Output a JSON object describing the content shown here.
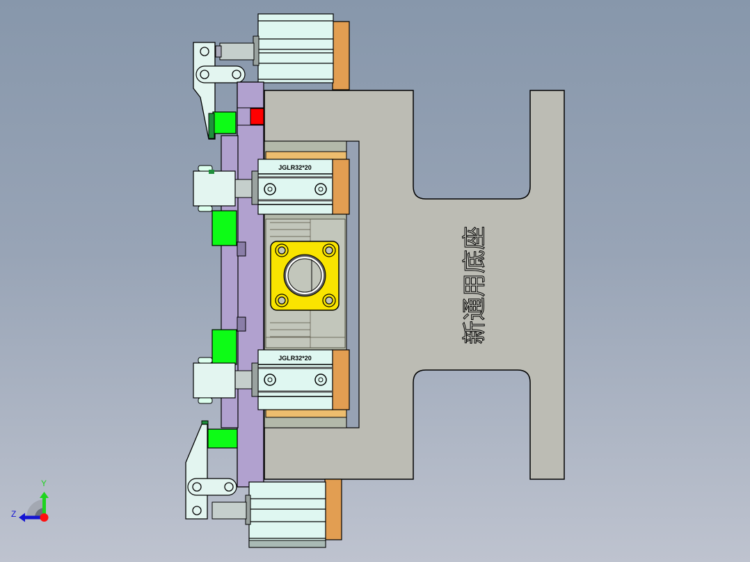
{
  "viewport": {
    "background_top": "#8797ab",
    "background_bottom": "#bec3cf",
    "view": "front-orthographic"
  },
  "model": {
    "base_label": "新通用底座",
    "cylinder_labels": [
      "JGLR32*20",
      "JGLR32*20"
    ],
    "colors": {
      "base_plate": "#bcbcb4",
      "fixture_plate": "#b1a1cf",
      "cylinder_body": "#dff7f1",
      "cylinder_end": "#e29e52",
      "slide_plate": "#edbd6e",
      "flange": "#f9e400",
      "pad_green": "#0dfc16",
      "pad_dark_green": "#1f8f3c",
      "red_block": "#ff0000",
      "clamp_arm": "#e3f5f0",
      "inner_panel": "#b3b9aa"
    }
  },
  "triad": {
    "y_label": "Y",
    "z_label": "Z",
    "y_color": "#1ed41e",
    "z_color": "#1414d2",
    "x_color": "#ff1010"
  }
}
